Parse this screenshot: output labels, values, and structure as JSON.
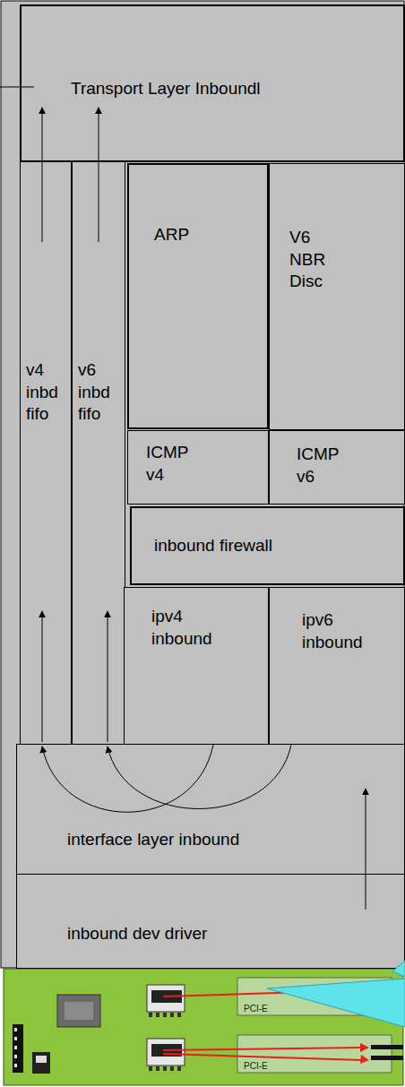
{
  "diagram": {
    "nodes": [
      {
        "text": [
          "Transport Layer Inboundl"
        ]
      },
      {
        "text": [
          "v4 inbd fifo"
        ]
      },
      {
        "text": [
          "v6 inbd fifo"
        ]
      },
      {
        "text": [
          "ARP"
        ]
      },
      {
        "text": [
          "V6 NBR Disc"
        ]
      },
      {
        "text": [
          "ICMP v4"
        ]
      },
      {
        "text": [
          "ICMP v6"
        ]
      },
      {
        "text": [
          "inbound firewall"
        ]
      },
      {
        "text": [
          "ipv4 inbound"
        ]
      },
      {
        "text": [
          "ipv6 inbound"
        ]
      },
      {
        "text": [
          "interface layer inbound"
        ]
      },
      {
        "text": [
          "inbound dev driver"
        ]
      }
    ],
    "edges": [
      {
        "from": 1,
        "to": 0,
        "arrow": "to"
      },
      {
        "from": 2,
        "to": 0,
        "arrow": "to"
      },
      {
        "from": 8,
        "to": 1,
        "arrow": "to"
      },
      {
        "from": 9,
        "to": 2,
        "arrow": "to"
      },
      {
        "from": 11,
        "to": 10,
        "arrow": "to"
      }
    ],
    "labels": [
      "PCI-E",
      "PCI-E"
    ]
  }
}
